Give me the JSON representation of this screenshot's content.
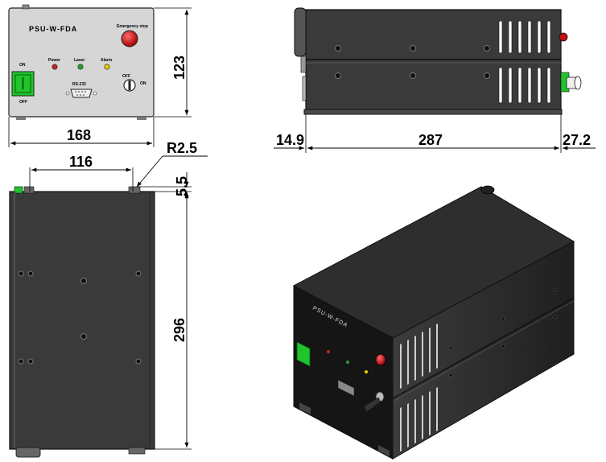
{
  "front_panel": {
    "model": "PSU-W-FDA",
    "emergency_stop_label": "Emergency stop",
    "power_label": "Power",
    "laser_label": "Laser",
    "alarm_label": "Alarm",
    "switch_on_label": "ON",
    "switch_off_label": "OFF",
    "port_label": "RS-232",
    "key_off_label": "OFF",
    "key_on_label": "ON"
  },
  "dimensions": {
    "width": "168",
    "height": "123",
    "depth": "287",
    "front_offset": "14.9",
    "rear_offset": "27.2",
    "hole_spacing": "116",
    "corner_radius": "R2.5",
    "edge_offset": "5.5",
    "length": "296"
  },
  "colors": {
    "panel": "#d6d6d6",
    "body_dark": "#2a2a2a",
    "switch_green": "#1fc52a",
    "button_red": "#d81818",
    "led_red": "#c0261f",
    "led_green": "#2ca02c",
    "led_yellow": "#e0d000"
  }
}
